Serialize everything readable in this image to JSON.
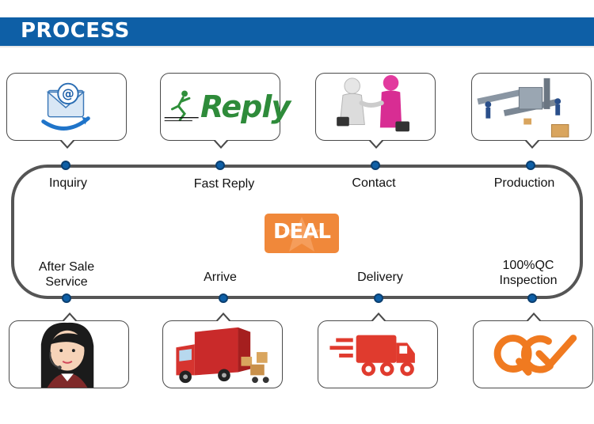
{
  "header": {
    "title": "PROCESS"
  },
  "colors": {
    "accent": "#0e5fa6",
    "deal": "#f0883a",
    "truck_red": "#e03b2e",
    "qc_orange": "#f07a20"
  },
  "steps_top": [
    {
      "label": "Inquiry",
      "icon": "email-icon"
    },
    {
      "label": "Fast Reply",
      "icon": "reply-icon",
      "logo_text": "Reply"
    },
    {
      "label": "Contact",
      "icon": "handshake-icon"
    },
    {
      "label": "Production",
      "icon": "production-line-icon"
    }
  ],
  "steps_bottom": [
    {
      "label": "After Sale\nService",
      "icon": "customer-service-icon"
    },
    {
      "label": "Arrive",
      "icon": "delivery-truck-icon"
    },
    {
      "label": "Delivery",
      "icon": "fast-truck-icon"
    },
    {
      "label": "100%QC\nInspection",
      "icon": "qc-check-icon"
    }
  ],
  "center": {
    "badge": "DEAL"
  }
}
